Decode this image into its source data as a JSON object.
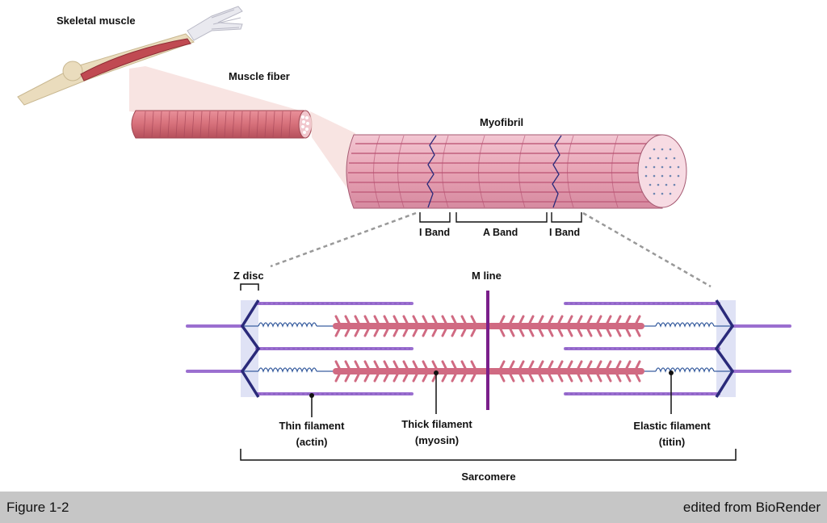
{
  "labels": {
    "skeletal_muscle": "Skeletal muscle",
    "muscle_fiber": "Muscle fiber",
    "myofibril": "Myofibril",
    "i_band_left": "I Band",
    "a_band": "A Band",
    "i_band_right": "I Band",
    "z_disc": "Z disc",
    "m_line": "M line",
    "thin_filament": "Thin filament",
    "thin_filament_sub": "(actin)",
    "thick_filament": "Thick filament",
    "thick_filament_sub": "(myosin)",
    "elastic_filament": "Elastic filament",
    "elastic_filament_sub": "(titin)",
    "sarcomere": "Sarcomere"
  },
  "footer": {
    "figure_label": "Figure 1-2",
    "credit": "edited from BioRender"
  },
  "colors": {
    "muscle_red": "#c9606a",
    "myofibril_pink": "#e8a6b6",
    "actin_purple": "#9b6fd0",
    "myosin_pink": "#d06a82",
    "z_disc_navy": "#2a2a7a",
    "m_line_purple": "#7a1e8a",
    "titin_blue": "#3a5fa0",
    "bone": "#e9dcc0",
    "footer_gray": "#c6c6c6"
  }
}
